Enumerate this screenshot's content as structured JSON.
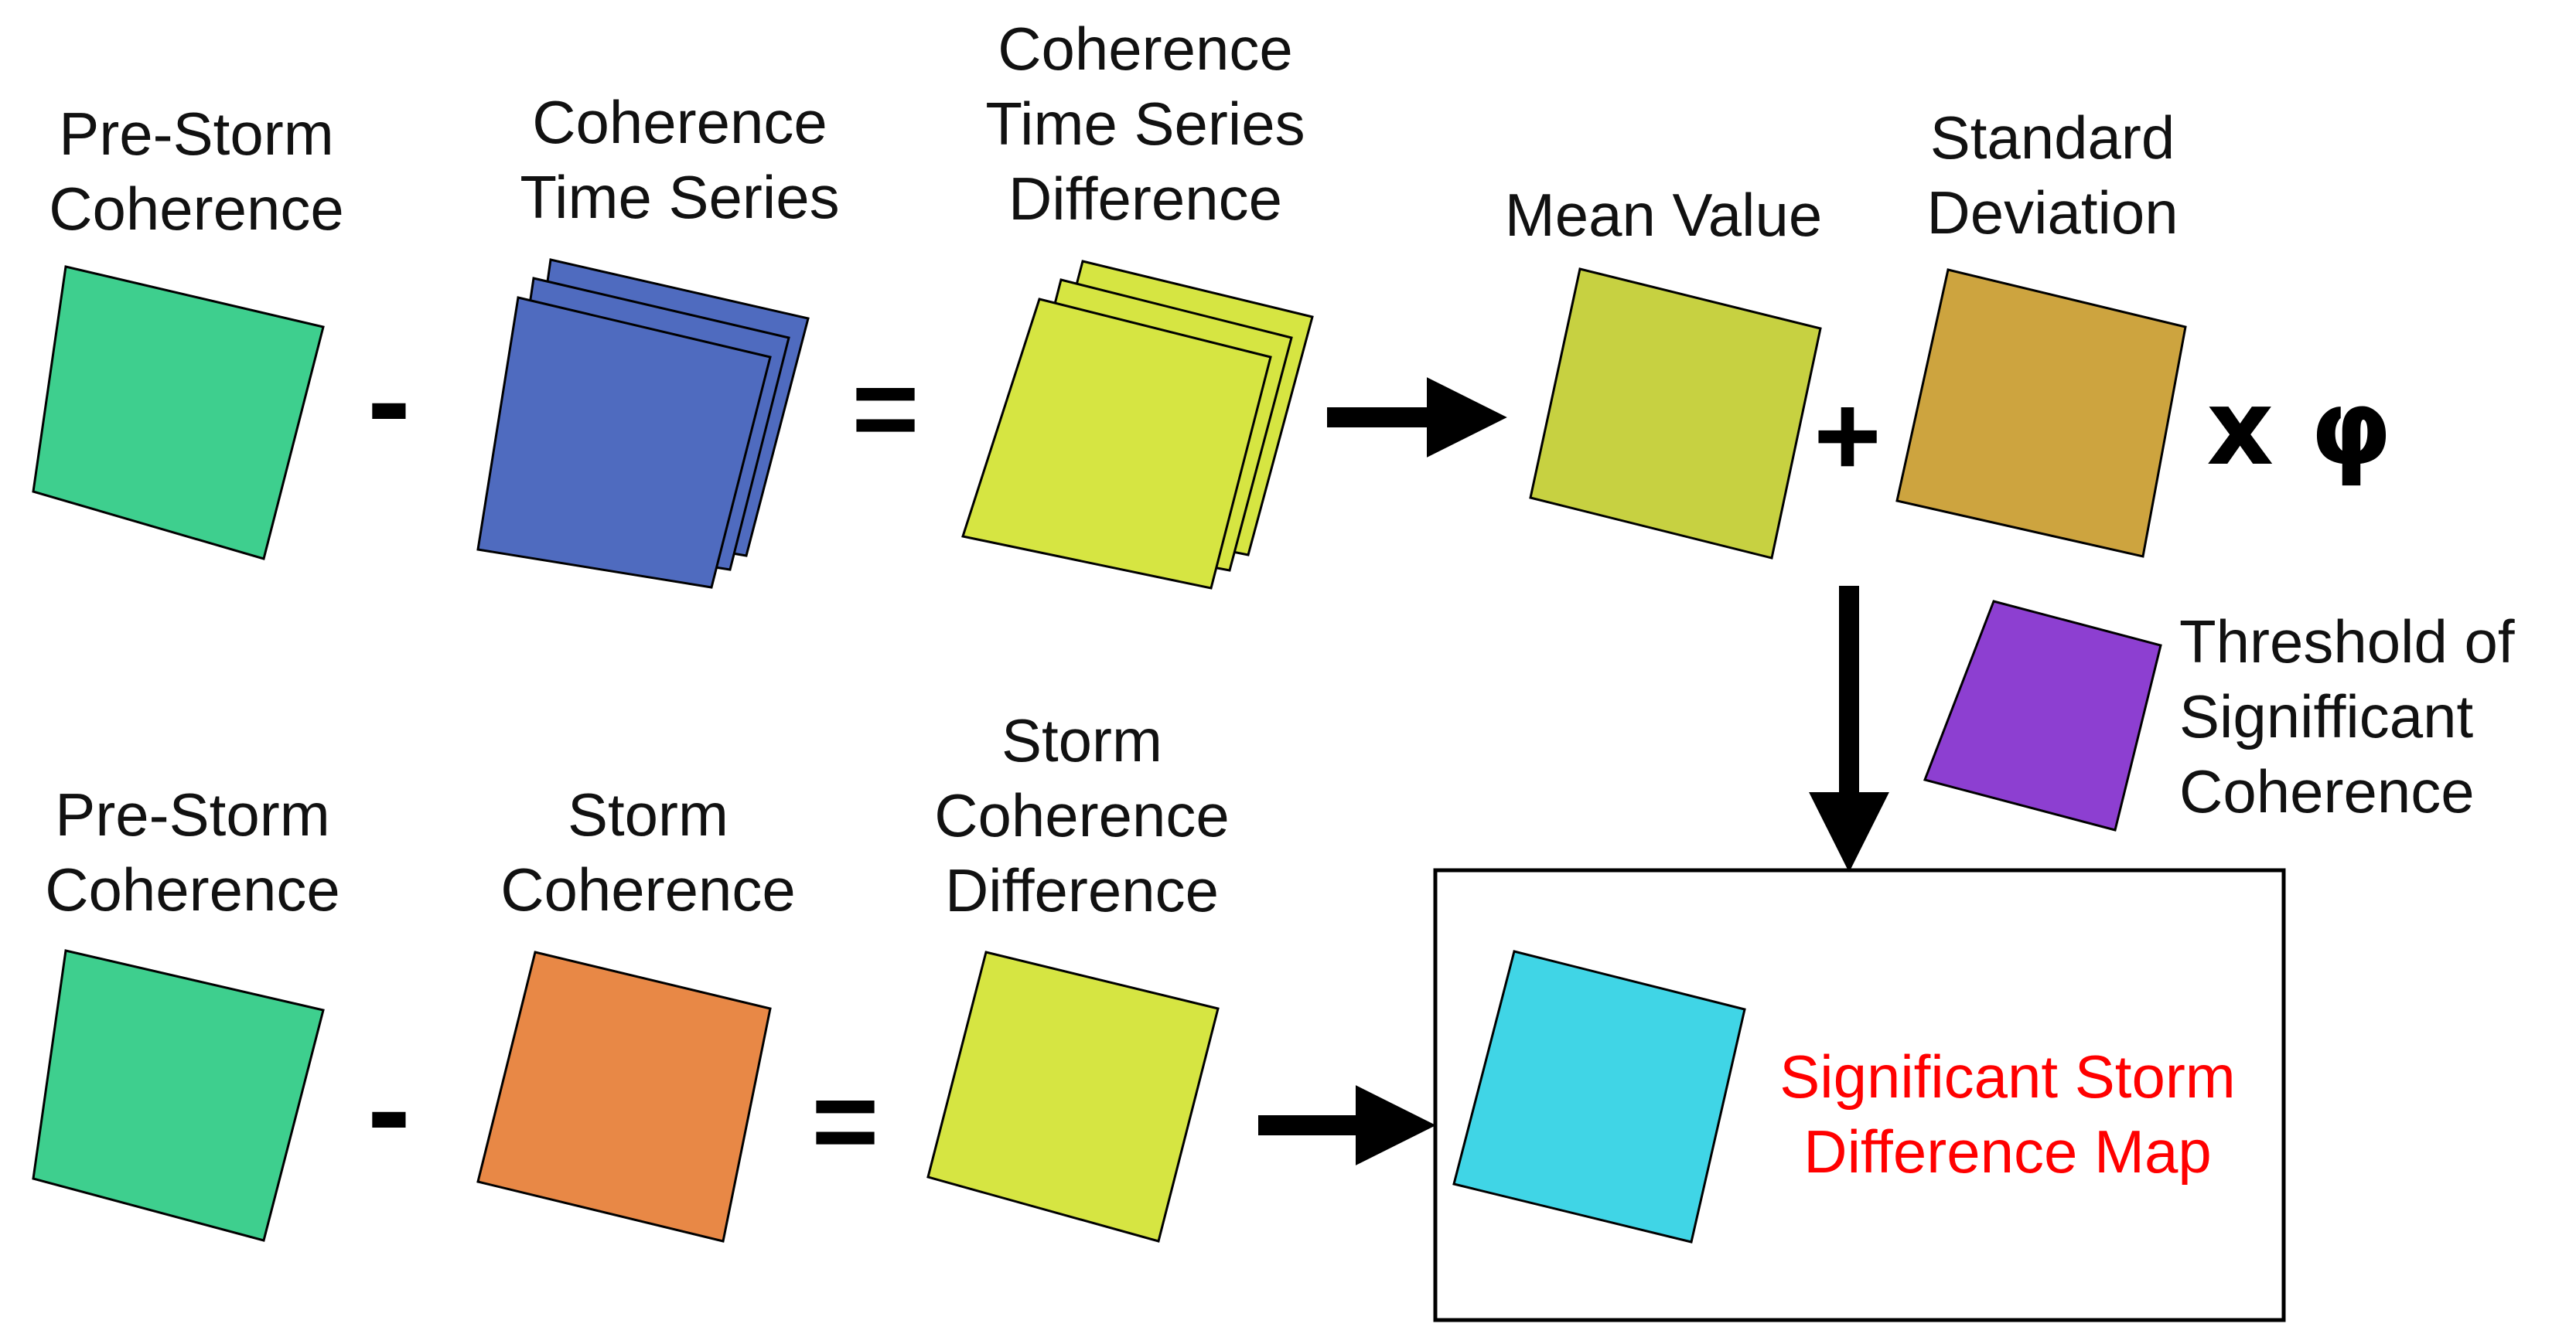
{
  "colors": {
    "green": "#3ecf8e",
    "blue": "#4f6bbf",
    "yellow": "#d6e542",
    "olive": "#c7d141",
    "gold": "#cda43f",
    "purple": "#8d3fd1",
    "orange": "#e88846",
    "cyan": "#40d5e6",
    "red": "#ff0000",
    "ink": "#000000"
  },
  "top_row": {
    "pre_storm": [
      "Pre-Storm",
      "Coherence"
    ],
    "time_series": [
      "Coherence",
      "Time Series"
    ],
    "ts_difference": [
      "Coherence",
      "Time Series",
      "Difference"
    ],
    "mean": [
      "Mean Value"
    ],
    "std": [
      "Standard",
      "Deviation"
    ],
    "minus": "-",
    "equals": "=",
    "plus": "+",
    "times_phi": "x φ"
  },
  "threshold": [
    "Threshold of",
    "Signifficant",
    "Coherence"
  ],
  "bottom_row": {
    "pre_storm": [
      "Pre-Storm",
      "Coherence"
    ],
    "storm": [
      "Storm",
      "Coherence"
    ],
    "storm_difference": [
      "Storm",
      "Coherence",
      "Difference"
    ],
    "minus": "-",
    "equals": "="
  },
  "result": [
    "Significant Storm",
    "Difference Map"
  ]
}
